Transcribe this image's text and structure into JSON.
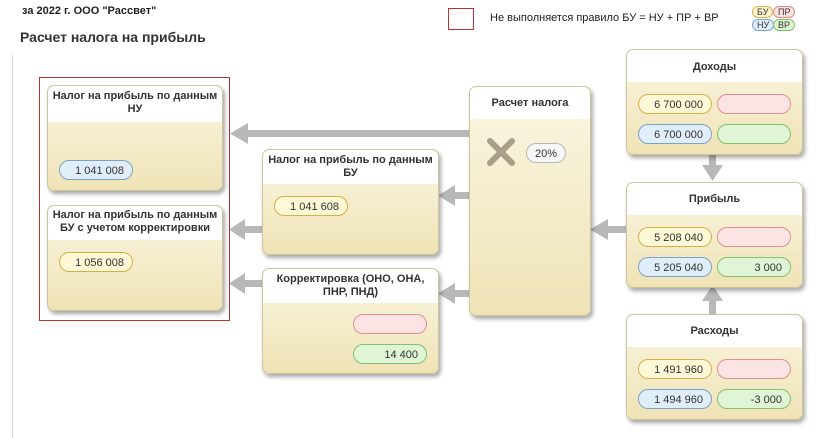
{
  "header": {
    "period": "за 2022 г. ООО \"Рассвет\"",
    "title": "Расчет налога на прибыль"
  },
  "legend": {
    "rule_text": "Не выполняется правило БУ = НУ + ПР + ВР",
    "tags": {
      "bu": "БУ",
      "pr": "ПР",
      "nu": "НУ",
      "vr": "ВР"
    }
  },
  "cards": {
    "tax_nu": {
      "title": "Налог на прибыль по данным НУ",
      "nu_value": "1 041 008"
    },
    "tax_bu_adj": {
      "title": "Налог на прибыль по данным БУ с учетом корректировки",
      "bu_value": "1 056 008"
    },
    "tax_bu": {
      "title": "Налог на прибыль по данным БУ",
      "bu_value": "1 041 608"
    },
    "adjustment": {
      "title": "Корректировка (ОНО, ОНА, ПНР, ПНД)",
      "pr_value": "",
      "vr_value": "14 400"
    },
    "calc": {
      "title": "Расчет налога",
      "rate": "20%"
    },
    "income": {
      "title": "Доходы",
      "bu_value": "6 700 000",
      "pr_value": "",
      "nu_value": "6 700 000",
      "vr_value": ""
    },
    "profit": {
      "title": "Прибыль",
      "bu_value": "5 208 040",
      "pr_value": "",
      "nu_value": "5 205 040",
      "vr_value": "3 000"
    },
    "expenses": {
      "title": "Расходы",
      "bu_value": "1 491 960",
      "pr_value": "",
      "nu_value": "1 494 960",
      "vr_value": "-3 000"
    }
  },
  "colors": {
    "error_frame": "#c03030",
    "arrow": "#b8b8b8",
    "x_mark": "#a89f88"
  }
}
